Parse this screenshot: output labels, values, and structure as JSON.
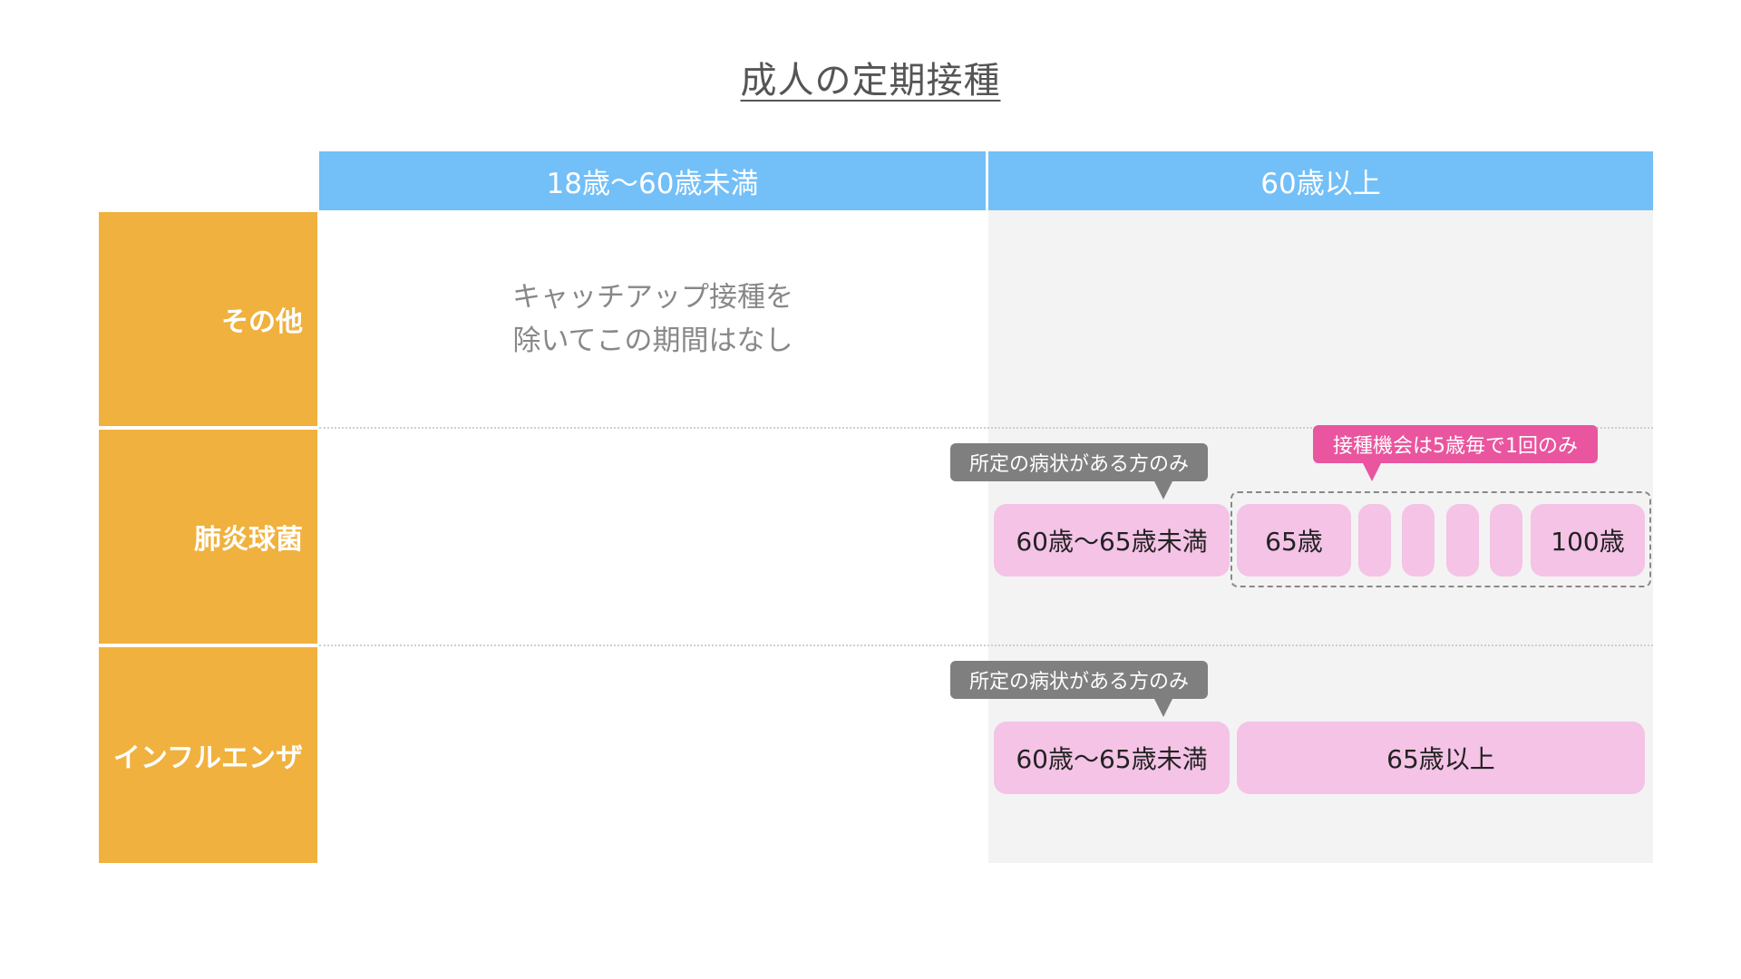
{
  "title": "成人の定期接種",
  "columns": [
    "18歳〜60歳未満",
    "60歳以上"
  ],
  "rows": {
    "other": {
      "label": "その他",
      "note_line1": "キャッチアップ接種を",
      "note_line2": "除いてこの期間はなし"
    },
    "pneumococcal": {
      "label": "肺炎球菌",
      "callout_condition": "所定の病状がある方のみ",
      "callout_interval": "接種機会は5歳毎で1回のみ",
      "pill_60_65": "60歳〜65歳未満",
      "pill_65": "65歳",
      "pill_100": "100歳"
    },
    "influenza": {
      "label": "インフルエンザ",
      "callout_condition": "所定の病状がある方のみ",
      "pill_60_65": "60歳〜65歳未満",
      "pill_65_plus": "65歳以上"
    }
  },
  "colors": {
    "header_blue": "#73bff8",
    "row_orange": "#f0b13e",
    "pill_pink": "#f4c3e6",
    "callout_gray": "#7f7f7f",
    "callout_pink": "#e9559e",
    "area_gray": "#f3f3f3"
  }
}
